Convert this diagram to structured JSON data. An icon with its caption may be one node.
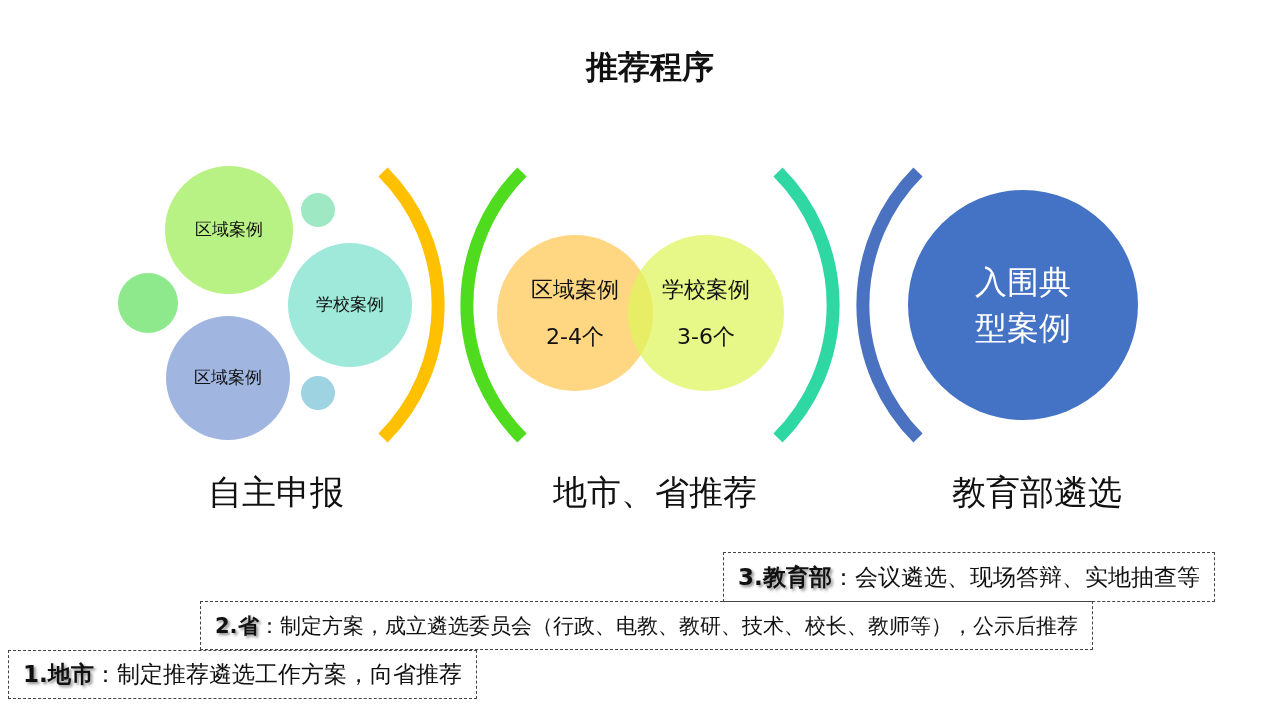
{
  "diagram": {
    "title": "推荐程序",
    "nodes": [
      {
        "text": [
          "区域案例"
        ]
      },
      {
        "text": [
          "学校案例"
        ]
      },
      {
        "text": [
          "区域案例"
        ]
      },
      {
        "text": [],
        "shape": "circle"
      },
      {
        "text": [],
        "shape": "circle"
      },
      {
        "text": [],
        "shape": "circle"
      },
      {
        "text": [
          "区域案例",
          "2-4个"
        ]
      },
      {
        "text": [
          "学校案例",
          "3-6个"
        ]
      },
      {
        "text": [
          "入围典型案例"
        ]
      },
      {
        "text": [
          "**3.教育部**：会议遴选、现场答辩、实地抽查等"
        ]
      },
      {
        "text": [
          "**2.省**：制定方案，成立遴选委员会（行政、电教、教研、技术、校长、教师等），公示后推荐"
        ]
      },
      {
        "text": [
          "**1.地市**：制定推荐遴选工作方案，向省推荐"
        ]
      }
    ],
    "labels": [
      "自主申报",
      "地市、省推荐",
      "教育部遴选"
    ]
  }
}
